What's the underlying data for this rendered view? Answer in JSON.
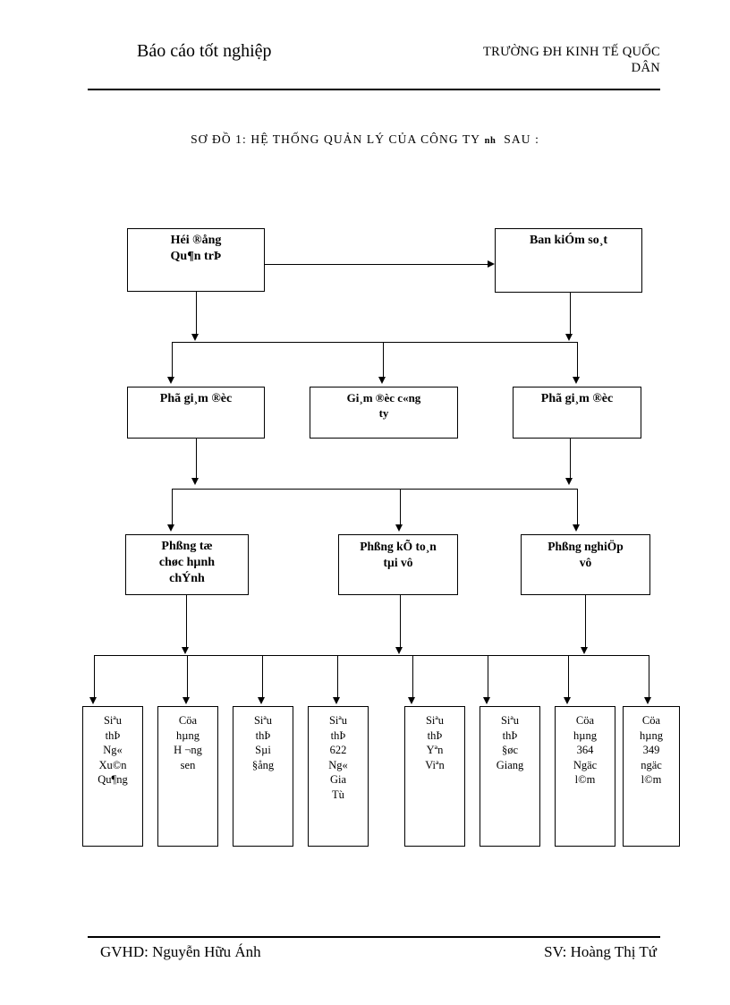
{
  "header": {
    "left_title": "Báo cáo tốt nghiệp",
    "right_title_line1": "TRƯỜNG ĐH KINH TẾ QUỐC",
    "right_title_line2": "DÂN"
  },
  "diagram": {
    "title_main": "SƠ ĐỒ 1: HỆ THỐNG QUẢN LÝ CỦA CÔNG TY",
    "title_small": "nh",
    "title_tail": "SAU :",
    "nodes": {
      "board": {
        "line1": "Héi ®ång",
        "line2": "Qu¶n trÞ"
      },
      "supervisory": {
        "line1": "Ban kiÓm so¸t"
      },
      "deputy_left": {
        "line1": "Phã gi¸m ®èc"
      },
      "director": {
        "line1": "Gi¸m ®èc c«ng",
        "line2": "ty"
      },
      "deputy_right": {
        "line1": "Phã gi¸m ®èc"
      },
      "dept_admin": {
        "line1": "Phßng tæ",
        "line2": "chøc hµnh",
        "line3": "chÝnh"
      },
      "dept_accounting": {
        "line1": "Phßng kÕ to¸n",
        "line2": "tµi vô"
      },
      "dept_business": {
        "line1": "Phßng nghiÖp",
        "line2": "vô"
      },
      "outlets": [
        {
          "lines": [
            "Siªu",
            "thÞ",
            "Ng«",
            "Xu©n",
            "Qu¶ng"
          ]
        },
        {
          "lines": [
            "Cöa",
            "hµng",
            "H ¬ng",
            "sen"
          ]
        },
        {
          "lines": [
            "Siªu",
            "thÞ",
            "Sµi",
            "§ång"
          ]
        },
        {
          "lines": [
            "Siªu",
            "thÞ",
            "622",
            "Ng«",
            "Gia",
            "Tù"
          ]
        },
        {
          "lines": [
            "Siªu",
            "thÞ",
            "Yªn",
            "Viªn"
          ]
        },
        {
          "lines": [
            "Siªu",
            "thÞ",
            "§øc",
            "Giang"
          ]
        },
        {
          "lines": [
            "Cöa",
            "hµng",
            "364",
            "Ngäc",
            "l©m"
          ]
        },
        {
          "lines": [
            "Cöa",
            "hµng",
            "349",
            "ngäc",
            "l©m"
          ]
        }
      ]
    }
  },
  "footer": {
    "advisor": "GVHD: Nguyễn Hữu Ánh",
    "student": "SV: Hoàng Thị Tứ"
  },
  "colors": {
    "ink": "#000000",
    "paper": "#ffffff"
  }
}
